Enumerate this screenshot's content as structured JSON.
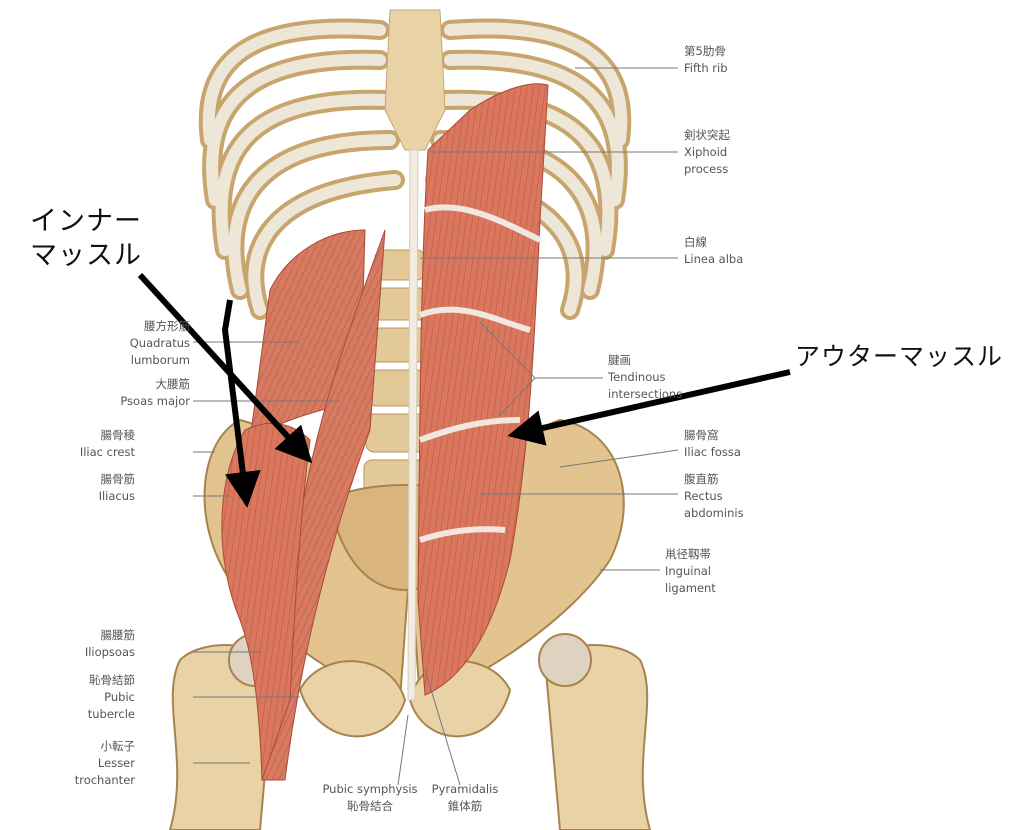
{
  "annotations": {
    "inner_muscle": [
      "インナー",
      "マッスル"
    ],
    "outer_muscle": "アウターマッスル"
  },
  "labels_left": [
    {
      "jp": "腰方形筋",
      "en": [
        "Quadratus",
        "lumborum"
      ]
    },
    {
      "jp": "大腰筋",
      "en": [
        "Psoas major"
      ]
    },
    {
      "jp": "腸骨稜",
      "en": [
        "Iliac crest"
      ]
    },
    {
      "jp": "腸骨筋",
      "en": [
        "Iliacus"
      ]
    },
    {
      "jp": "腸腰筋",
      "en": [
        "Iliopsoas"
      ]
    },
    {
      "jp": "恥骨結節",
      "en": [
        "Pubic",
        "tubercle"
      ]
    },
    {
      "jp": "小転子",
      "en": [
        "Lesser",
        "trochanter"
      ]
    }
  ],
  "labels_right": [
    {
      "jp": "第5肋骨",
      "en": [
        "Fifth rib"
      ]
    },
    {
      "jp": "剣状突起",
      "en": [
        "Xiphoid",
        "process"
      ]
    },
    {
      "jp": "白線",
      "en": [
        "Linea alba"
      ]
    },
    {
      "jp": "腱画",
      "en": [
        "Tendinous",
        "intersections"
      ]
    },
    {
      "jp": "腸骨窩",
      "en": [
        "Iliac fossa"
      ]
    },
    {
      "jp": "腹直筋",
      "en": [
        "Rectus",
        "abdominis"
      ]
    },
    {
      "jp": "鼡径靱帯",
      "en": [
        "Inguinal",
        "ligament"
      ]
    }
  ],
  "labels_bottom": [
    {
      "en": "Pubic symphysis",
      "jp": "恥骨結合"
    },
    {
      "en": "Pyramidalis",
      "jp": "錐体筋"
    }
  ],
  "colors": {
    "bone": "#e8d2a6",
    "bone_dark": "#c9a56e",
    "muscle": "#d9785f",
    "muscle_dark": "#b8543f",
    "arrow": "#000000"
  }
}
